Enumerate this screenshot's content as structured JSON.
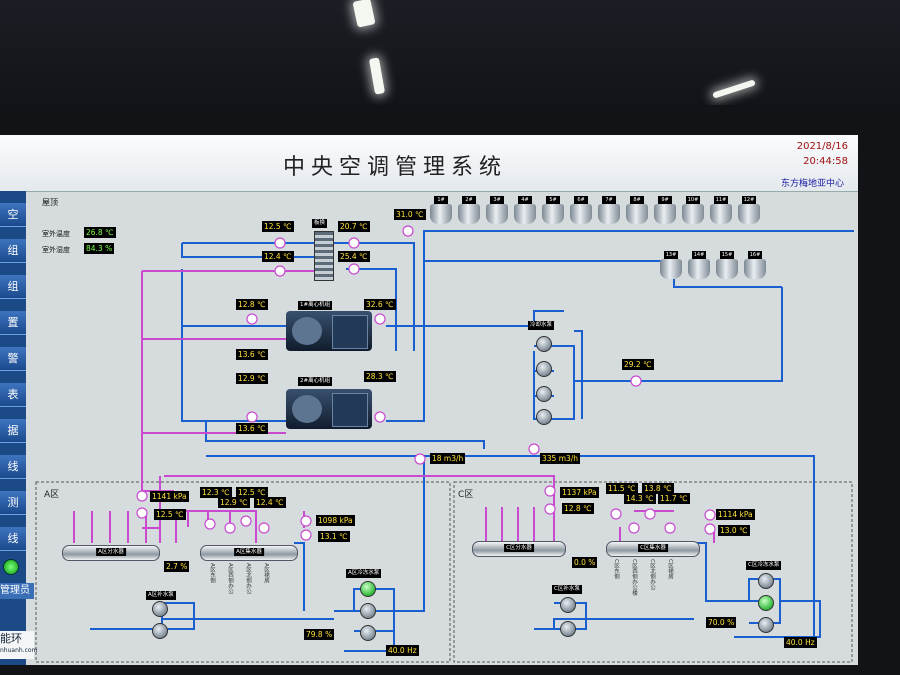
{
  "header": {
    "title": "中央空调管理系统",
    "date": "2021/8/16",
    "time": "20:44:58",
    "site": "东方梅地亚中心"
  },
  "sidebar": {
    "items": [
      "空",
      "组",
      "组",
      "置",
      "警",
      "表",
      "据",
      "线",
      "测",
      "线"
    ],
    "tail": "管理员",
    "logo_main": "能环",
    "logo_sub": "nhuanh.com"
  },
  "roof": {
    "label": "屋顶",
    "outdoor_temp_label": "室外温度",
    "outdoor_temp": "26.8 ℃",
    "outdoor_hum_label": "室外湿度",
    "outdoor_hum": "84.3 %",
    "bypass_label": "板换",
    "tower_supply_temp": "31.0 ℃",
    "tower_labels": [
      "1#",
      "2#",
      "3#",
      "4#",
      "5#",
      "6#",
      "7#",
      "8#",
      "9#",
      "10#",
      "11#",
      "12#",
      "13#",
      "14#",
      "15#",
      "16#"
    ]
  },
  "plant": {
    "plate_hx": {
      "t1": "12.5 ℃",
      "t2": "20.7 ℃",
      "t3": "12.4 ℃",
      "t4": "25.4 ℃"
    },
    "chiller1": {
      "name": "1#离心机组",
      "evap_in": "12.8 ℃",
      "evap_out": "13.6 ℃",
      "cond": "32.6 ℃"
    },
    "chiller2": {
      "name": "2#离心机组",
      "evap_in": "12.9 ℃",
      "evap_out": "13.6 ℃",
      "cond": "28.3 ℃"
    },
    "cooling_pump_label": "冷却水泵",
    "cooling_return_temp": "29.2 ℃",
    "flow1": "18  m3/h",
    "flow2": "335  m3/h"
  },
  "zoneA": {
    "label": "A区",
    "pressure": "1141 kPa",
    "temp": "12.5 ℃",
    "branch_temps": [
      "12.3 ℃",
      "12.9 ℃",
      "12.5 ℃",
      "12.4 ℃"
    ],
    "sep_label": "A区分水器",
    "col_label": "A区集水器",
    "valve_pct": "2.7 %",
    "ret_pressure": "1098 kPa",
    "ret_temp": "13.1 ℃",
    "makeup_label": "A区补水泵",
    "pump_label": "A区冷冻水泵",
    "pump_pct": "79.8 %",
    "freq": "40.0 Hz",
    "branch_names": [
      "A区东侧",
      "A区西侧办公",
      "A区北侧办公",
      "A区裙房"
    ]
  },
  "zoneC": {
    "label": "C区",
    "pressure": "1137 kPa",
    "temp": "12.8 ℃",
    "branch_temps": [
      "11.5 ℃",
      "14.3 ℃",
      "13.8 ℃",
      "11.7 ℃"
    ],
    "sep_label": "C区分水器",
    "col_label": "C区集水器",
    "valve_pct": "0.0 %",
    "ret_pressure": "1114 kPa",
    "ret_temp": "13.0 ℃",
    "makeup_label": "C区补水泵",
    "pump_label": "C区冷冻水泵",
    "pump_pct": "70.0 %",
    "freq": "40.0 Hz",
    "branch_names": [
      "C区东侧",
      "C区西侧办公楼",
      "C区北侧办公",
      "C区裙房"
    ]
  }
}
